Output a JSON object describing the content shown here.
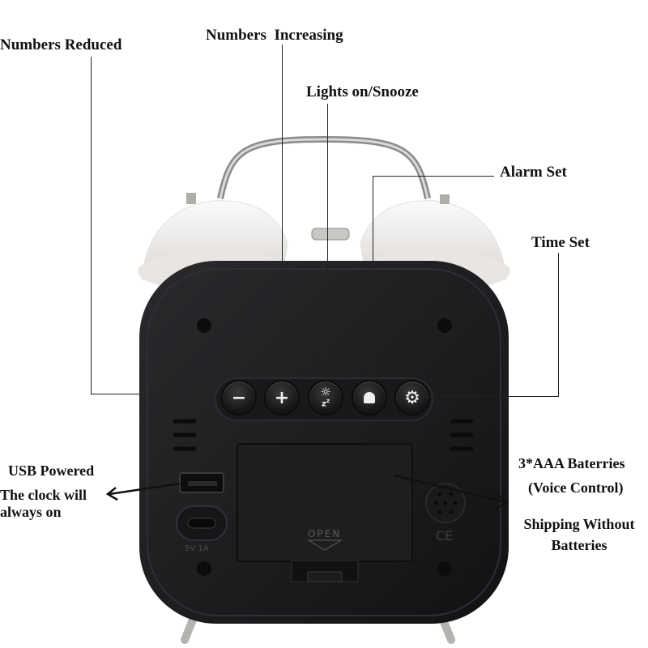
{
  "annotations": {
    "numbers_reduced": "Numbers Reduced",
    "numbers_increasing": "Numbers  Increasing",
    "lights_snooze": "Lights on/Snooze",
    "alarm_set": "Alarm Set",
    "time_set": "Time Set",
    "usb_powered": "USB Powered",
    "usb_desc": "The clock will always on",
    "batteries": "3*AAA Baterries",
    "voice_control": "(Voice Control)",
    "shipping": "Shipping Without Batteries"
  },
  "buttons": [
    {
      "name": "minus",
      "glyph": "−"
    },
    {
      "name": "plus",
      "glyph": "+"
    },
    {
      "name": "light-snooze",
      "glyph": "☼"
    },
    {
      "name": "alarm",
      "glyph": "🔔"
    },
    {
      "name": "settings",
      "glyph": "⚙"
    }
  ],
  "device": {
    "battery_cover_label": "OPEN",
    "power_rating": "5V 1A",
    "ce_mark": "CE"
  },
  "colors": {
    "body": "#1c1c1e",
    "bells": "#f4f2f0",
    "text": "#111111"
  }
}
